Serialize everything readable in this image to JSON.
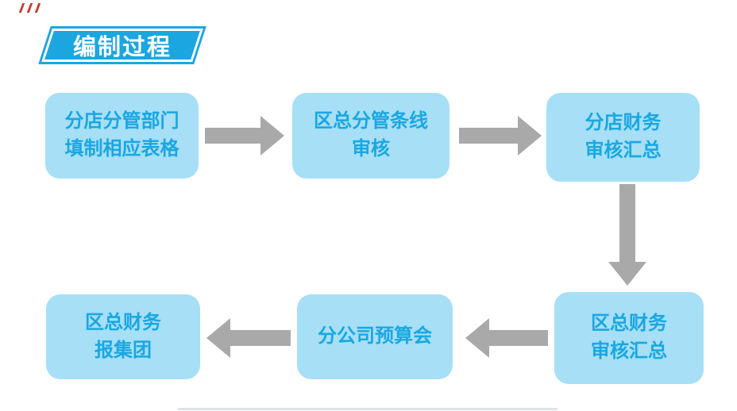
{
  "title": "编制过程",
  "colors": {
    "box_fill": "#A6DFF6",
    "box_text": "#19A7E2",
    "arrow": "#A9A9A9",
    "title_fill": "#1BA6E0",
    "title_text": "#FFFFFF",
    "background": "#FFFFFF"
  },
  "nodes": [
    {
      "lines": [
        "分店分管部门",
        "填制相应表格"
      ]
    },
    {
      "lines": [
        "区总分管条线",
        "审核"
      ]
    },
    {
      "lines": [
        "分店财务",
        "审核汇总"
      ]
    },
    {
      "lines": [
        "区总财务",
        "审核汇总"
      ]
    },
    {
      "lines": [
        "分公司预算会"
      ]
    },
    {
      "lines": [
        "区总财务",
        "报集团"
      ]
    }
  ],
  "arrows": [
    {
      "direction": "right",
      "from": 0,
      "to": 1
    },
    {
      "direction": "right",
      "from": 1,
      "to": 2
    },
    {
      "direction": "down",
      "from": 2,
      "to": 3
    },
    {
      "direction": "left",
      "from": 3,
      "to": 4
    },
    {
      "direction": "left",
      "from": 4,
      "to": 5
    }
  ]
}
